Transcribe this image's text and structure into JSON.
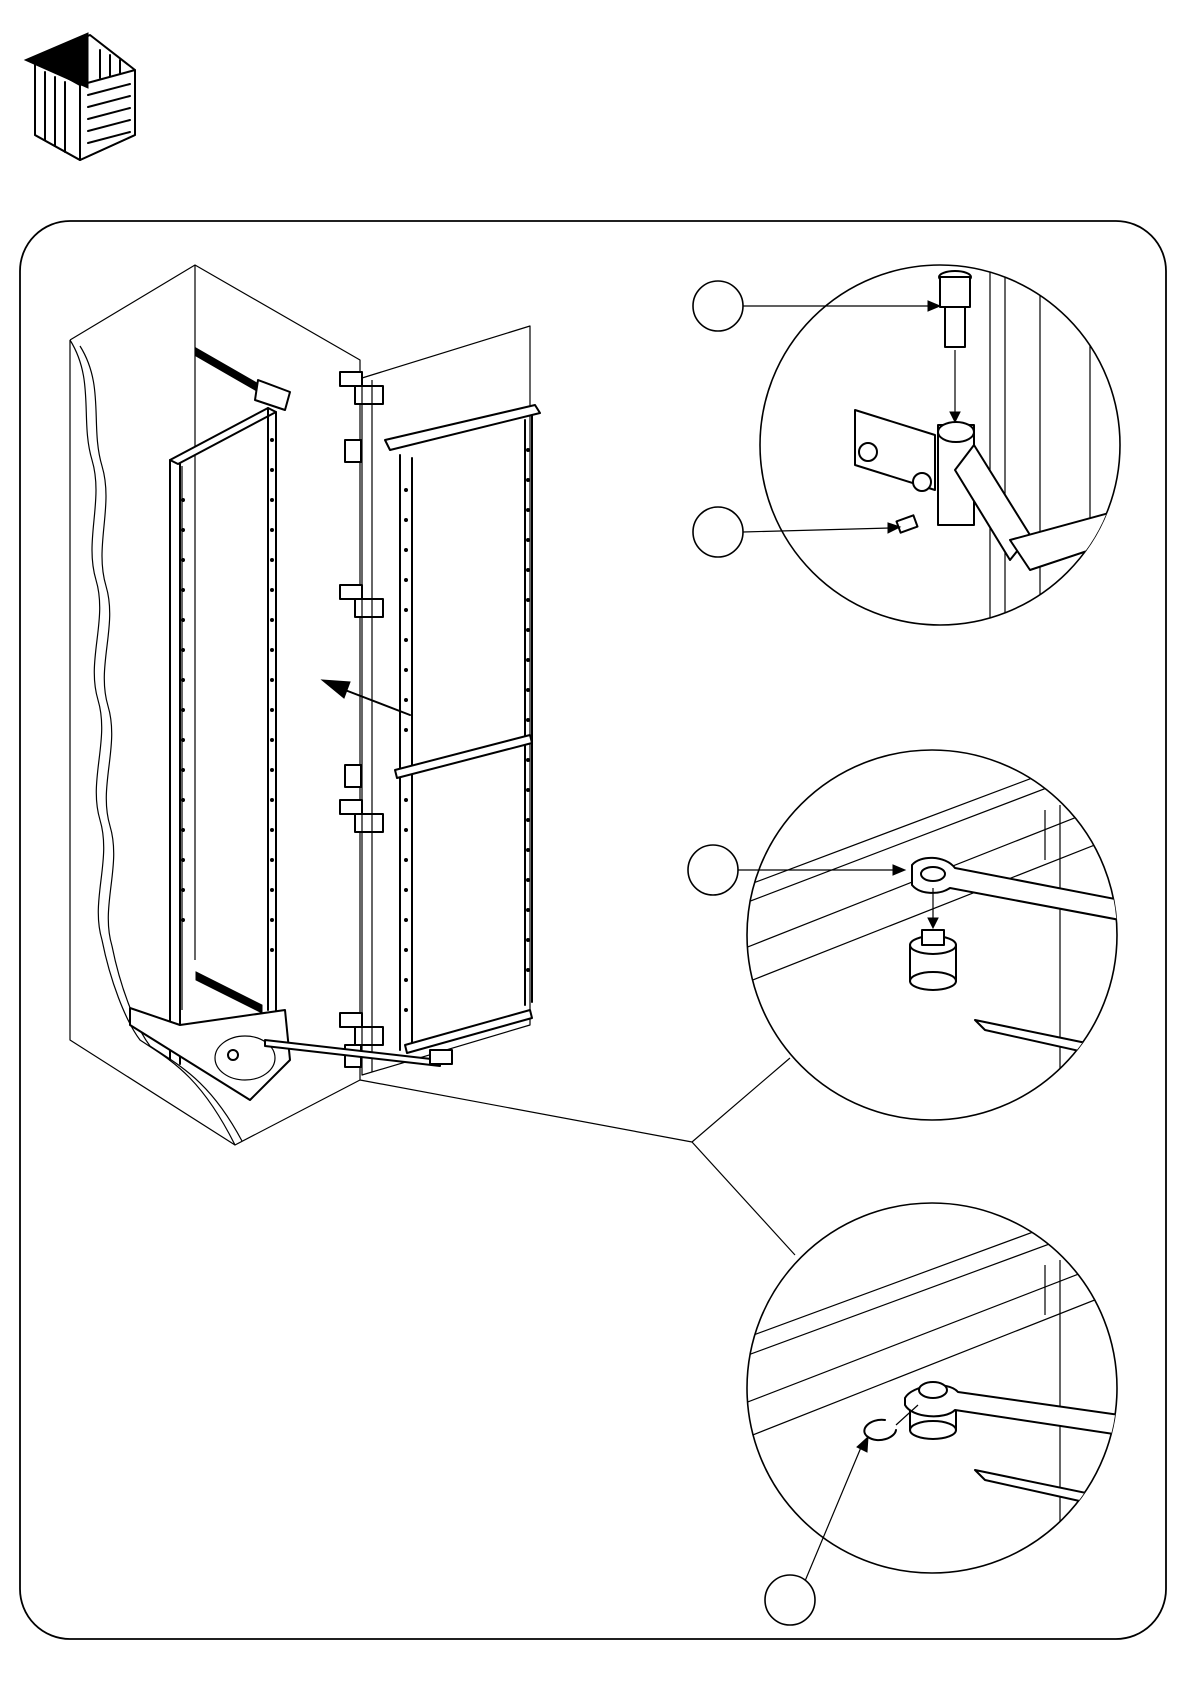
{
  "page": {
    "background": "#ffffff",
    "ink": "#000000"
  },
  "icons": {
    "header_icon": "pantry-pullout-product-icon"
  },
  "main_view": {
    "subject": "tall-cabinet-pullout-frame",
    "hinge_count": 6
  },
  "details": [
    {
      "id": "detail-pin-and-set-screw",
      "callouts": [
        {
          "id": "callout-pin",
          "label": ""
        },
        {
          "id": "callout-set-screw",
          "label": ""
        }
      ]
    },
    {
      "id": "detail-arm-on-pivot",
      "callouts": [
        {
          "id": "callout-arm",
          "label": ""
        }
      ]
    },
    {
      "id": "detail-e-clip-retainer",
      "callouts": [
        {
          "id": "callout-clip",
          "label": ""
        }
      ]
    }
  ]
}
